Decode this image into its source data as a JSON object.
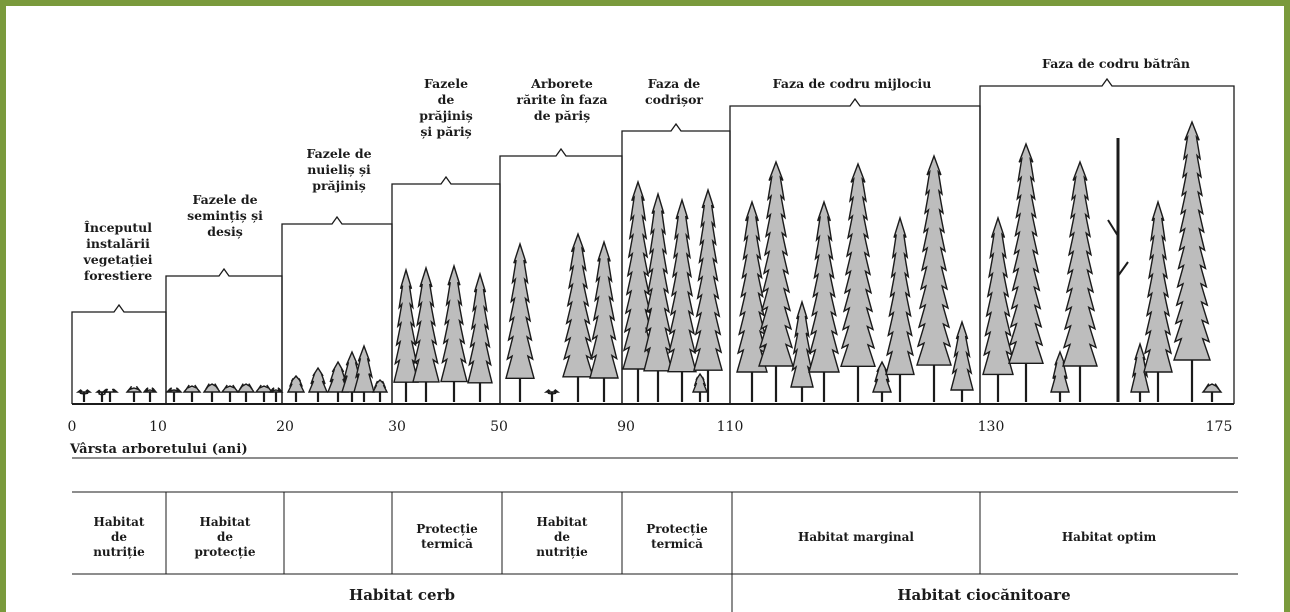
{
  "diagram": {
    "axis_title": "Vârsta arboretului (ani)",
    "phases": [
      {
        "label": "Începutul\ninstalării\nvegetației\nforestiere",
        "from": 0,
        "to": 10
      },
      {
        "label": "Fazele de\nsemințiș și\ndesiș",
        "from": 10,
        "to": 20
      },
      {
        "label": "Fazele de\nnuieliș și\nprăjiniș",
        "from": 20,
        "to": 30
      },
      {
        "label": "Fazele\nde\nprăjiniș\nși păriș",
        "from": 30,
        "to": 50
      },
      {
        "label": "Arborete\nrărite în faza\nde păriș",
        "from": 50,
        "to": 90
      },
      {
        "label": "Faza de\ncodrișor",
        "from": 90,
        "to": 110
      },
      {
        "label": "Faza de codru mijlociu",
        "from": 110,
        "to": 130
      },
      {
        "label": "Faza de codru bătrân",
        "from": 130,
        "to": 175
      }
    ],
    "ticks": [
      "0",
      "10",
      "20",
      "30",
      "50",
      "90",
      "110",
      "130",
      "175"
    ],
    "habitats": [
      "Habitat\nde\nnutriție",
      "Habitat\nde\nprotecție",
      "",
      "Protecție\ntermică",
      "Habitat\nde\nnutriție",
      "Protecție\ntermică",
      "Habitat marginal",
      "Habitat optim"
    ],
    "groups": [
      "Habitat cerb",
      "Habitat ciocănitoare"
    ]
  },
  "colors": {
    "frame": "#7a9a3c",
    "ink": "#1b1b1b",
    "tree_fill": "#bdbdbd"
  }
}
